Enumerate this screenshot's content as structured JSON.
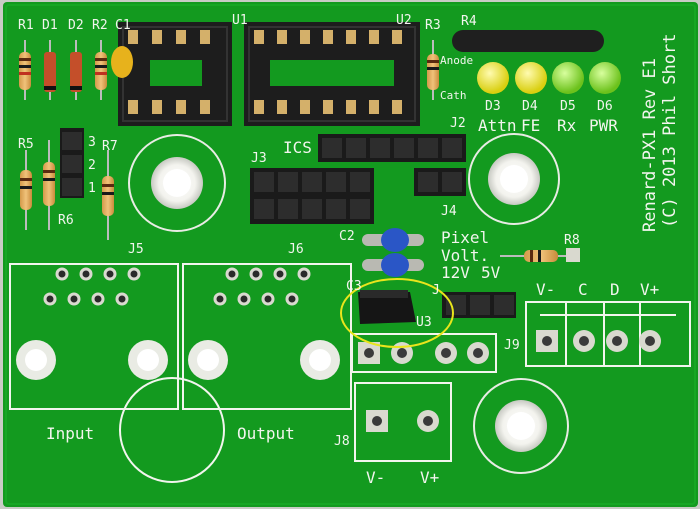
{
  "board": {
    "title_line1": "Renard-PX1 Rev E1",
    "title_line2": "(C) 2013 Phil Short",
    "colors": {
      "pcb": "#139a1f",
      "silk": "#f2f5ee",
      "pad": "#d9d9cf",
      "led_yellow": "#e8e21a",
      "led_green": "#8bd62a"
    }
  },
  "refs": {
    "r1": "R1",
    "d1": "D1",
    "d2": "D2",
    "r2": "R2",
    "c1": "C1",
    "u1": "U1",
    "u2": "U2",
    "r3": "R3",
    "r4": "R4",
    "anode": "Anode",
    "cathode": "Cath",
    "d3": "D3",
    "d4": "D4",
    "d5": "D5",
    "d6": "D6",
    "attn": "Attn",
    "fe": "FE",
    "rx": "Rx",
    "pwr": "PWR",
    "r5": "R5",
    "r6": "R6",
    "r7": "R7",
    "jp3": "3",
    "jp2": "2",
    "jp1": "1",
    "ics": "ICS",
    "j2": "J2",
    "j3": "J3",
    "j4": "J4",
    "c2": "C2",
    "c3": "C3",
    "r8": "R8",
    "pixel": "Pixel",
    "volt": "Volt.",
    "v12": "12V",
    "v5": "5V",
    "u3": "U3",
    "j7": "J",
    "j9": "J9",
    "j5": "J5",
    "j6": "J6",
    "j8": "J8",
    "input": "Input",
    "output": "Output",
    "vminus_j9": "V-",
    "c_j9": "C",
    "d_j9": "D",
    "vplus_j9": "V+",
    "vminus_j8": "V-",
    "vplus_j8": "V+"
  }
}
